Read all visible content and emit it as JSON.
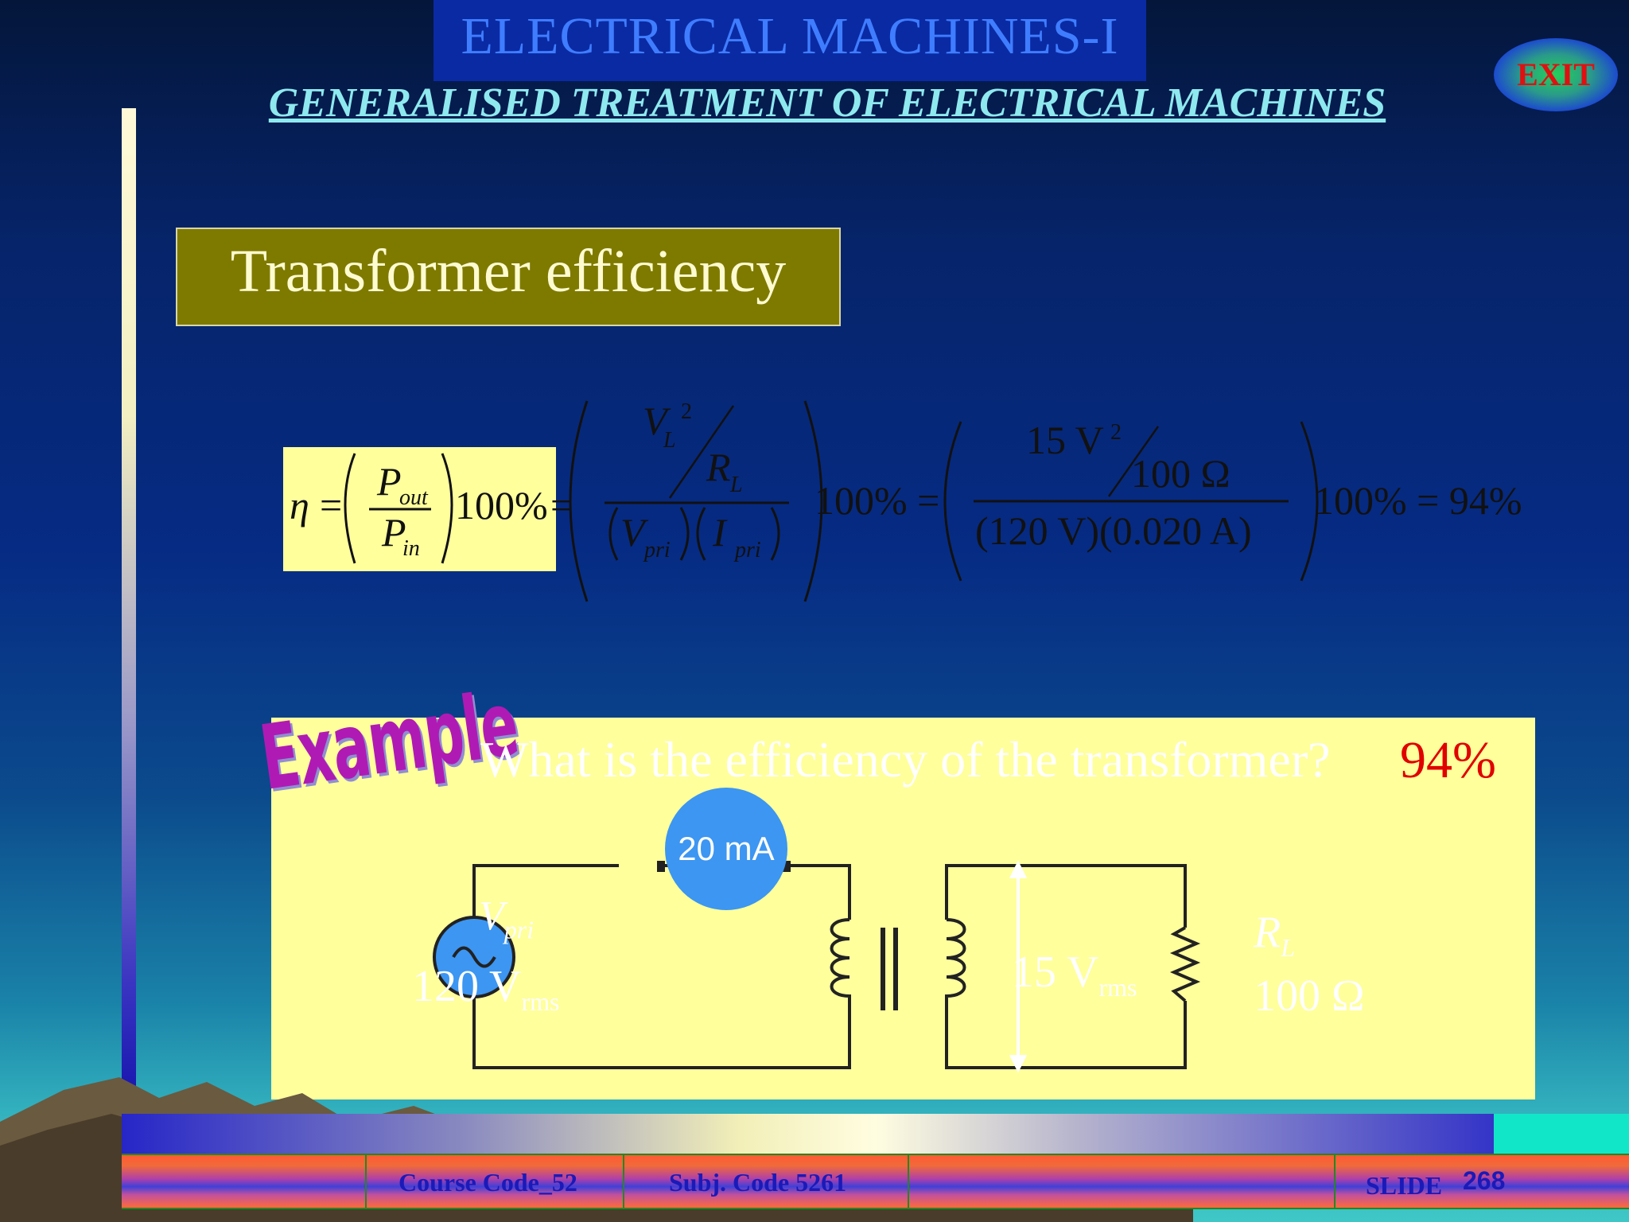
{
  "header": {
    "title": "ELECTRICAL  MACHINES-I",
    "subtitle": "GENERALISED TREATMENT OF ELECTRICAL MACHINES",
    "exit_label": "EXIT"
  },
  "heading": "Transformer efficiency",
  "formula": {
    "eta": "η",
    "eq": "=",
    "p_out": "P",
    "out_sub": "out",
    "p_in": "P",
    "in_sub": "in",
    "pct": "100%",
    "vl": "V",
    "vl_sub": "L",
    "sq": "2",
    "rl": "R",
    "rl_sub": "L",
    "vpri": "V",
    "pri_sub": "pri",
    "ipri": "I",
    "pct2": "100% =",
    "num_val": "15 V",
    "den_r": "100 Ω",
    "den_v": "(120 V)(0.020 A)",
    "result": "100% = 94%"
  },
  "example": {
    "label": "Example",
    "question": "What is the efficiency of the transformer?",
    "answer": "94%",
    "ammeter": "20 mA",
    "vpri_label": "V",
    "vpri_sub": "pri",
    "v_source": "120 V",
    "v_source_sub": "rms",
    "v_secondary": "15 V",
    "v_secondary_sub": "rms",
    "rl_label": "R",
    "rl_sub": "L",
    "r_value": "100 Ω"
  },
  "footer": {
    "course_code": "Course Code_52",
    "subj_code": "Subj. Code  5261",
    "slide_label": "SLIDE",
    "slide_number": "268"
  },
  "colors": {
    "accent_olive": "#7e7a00",
    "panel_yellow": "#ffff9c",
    "answer_red": "#e00000",
    "title_blue": "#3f7dff"
  }
}
